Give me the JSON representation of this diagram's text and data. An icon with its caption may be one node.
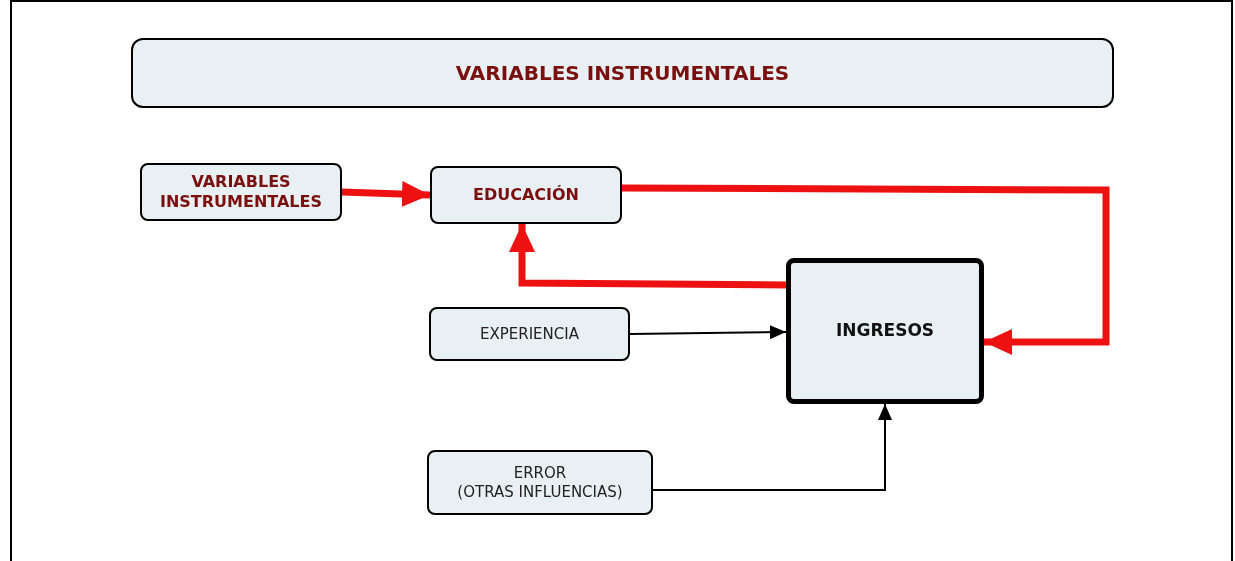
{
  "diagram": {
    "nodes": [
      {
        "text": [
          "VARIABLES INSTRUMENTALES"
        ]
      },
      {
        "text": [
          "VARIABLES INSTRUMENTALES"
        ]
      },
      {
        "text": [
          "EDUCACIÓN"
        ]
      },
      {
        "text": [
          "INGRESOS"
        ]
      },
      {
        "text": [
          "EXPERIENCIA"
        ]
      },
      {
        "text": [
          "ERROR",
          "(OTRAS INFLUENCIAS)"
        ]
      }
    ],
    "edges": [
      {
        "from": 1,
        "to": 2,
        "arrow": "to"
      },
      {
        "from": 2,
        "to": 3,
        "arrow": "to"
      },
      {
        "from": 3,
        "to": 2,
        "arrow": "to"
      },
      {
        "from": 4,
        "to": 3,
        "arrow": "to",
        "color": "#000000"
      },
      {
        "from": 5,
        "to": 3,
        "arrow": "to",
        "color": "#000000"
      }
    ]
  }
}
